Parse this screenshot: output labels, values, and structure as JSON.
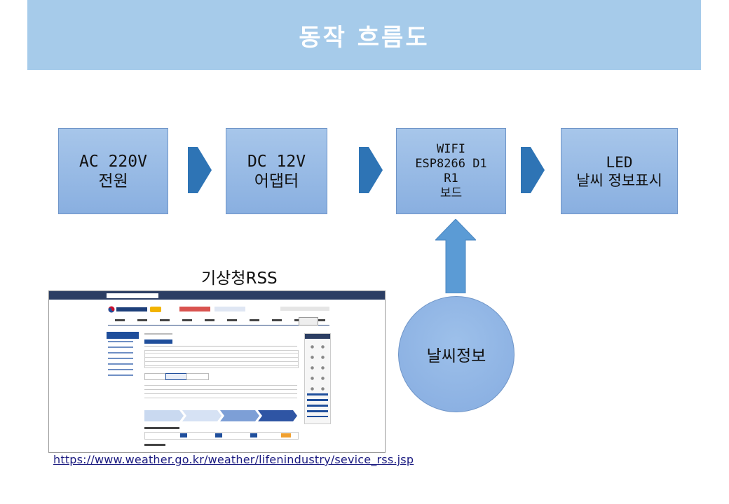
{
  "header": {
    "title": "동작 흐름도"
  },
  "flow": {
    "box1": {
      "line1": "AC 220V",
      "line2": "전원"
    },
    "box2": {
      "line1": "DC 12V",
      "line2": "어댑터"
    },
    "box3": {
      "line1": "WIFI",
      "line2": "ESP8266 D1",
      "line3": "R1",
      "line4": "보드"
    },
    "box4": {
      "line1": "LED",
      "line2": "날씨 정보표시"
    }
  },
  "weather_node": {
    "label": "날씨정보"
  },
  "rss": {
    "label": "기상청RSS",
    "url": "https://www.weather.go.kr/weather/lifenindustry/sevice_rss.jsp"
  },
  "colors": {
    "banner": "#a6cbea",
    "box_fill": "#95b7e4",
    "arrow": "#2e74b5",
    "up_arrow": "#5b9bd5"
  },
  "icons": {
    "flow_arrow": "right-arrow-icon",
    "up_arrow": "up-arrow-icon"
  }
}
